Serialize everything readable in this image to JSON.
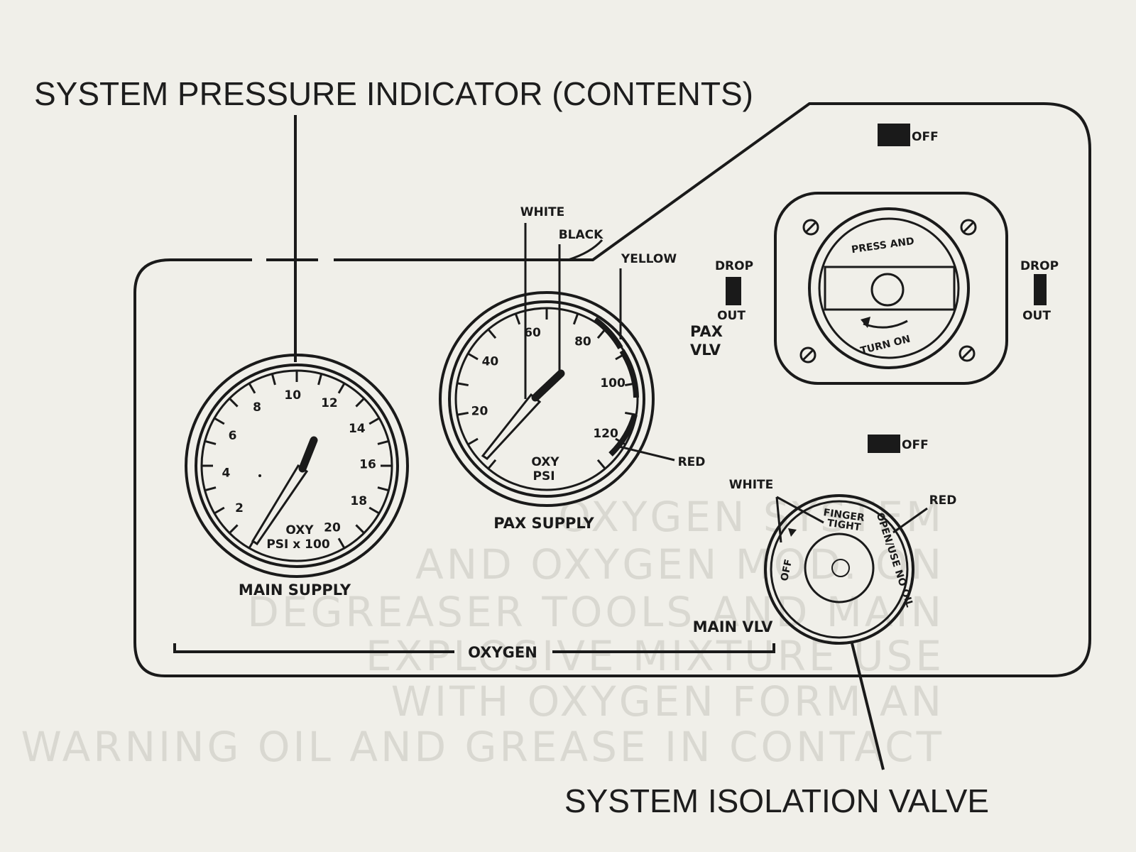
{
  "callouts": {
    "pressure_indicator": "SYSTEM PRESSURE INDICATOR (CONTENTS)",
    "isolation_valve": "SYSTEM ISOLATION VALVE"
  },
  "main_gauge": {
    "ticks": [
      "2",
      "4",
      "6",
      "8",
      "10",
      "12",
      "14",
      "16",
      "18",
      "20"
    ],
    "unit_line1": "OXY",
    "unit_line2": "PSI x 100",
    "label": "MAIN SUPPLY"
  },
  "pax_gauge": {
    "ticks": [
      "20",
      "40",
      "60",
      "80",
      "100",
      "120"
    ],
    "unit_line1": "OXY",
    "unit_line2": "PSI",
    "label": "PAX SUPPLY",
    "marker_labels": {
      "white": "WHITE",
      "black": "BLACK",
      "yellow": "YELLOW",
      "red": "RED"
    }
  },
  "pax_valve": {
    "flag_label": "OFF",
    "drop_left": "DROP",
    "out_left": "OUT",
    "drop_right": "DROP",
    "out_right": "OUT",
    "name_line1": "PAX",
    "name_line2": "VLV",
    "knob_top": "PRESS AND",
    "knob_bottom": "TURN ON"
  },
  "main_valve": {
    "flag_label": "OFF",
    "white_label": "WHITE",
    "red_label": "RED",
    "off_text": "OFF",
    "finger_line1": "FINGER",
    "finger_line2": "TIGHT",
    "arc_text": "OPEN/USE NO OIL",
    "name": "MAIN VLV"
  },
  "panel_title": "OXYGEN",
  "background_text": [
    "OXYGEN SYSTEM",
    "AND OXYGEN MOD. ON",
    "DEGREASER TOOLS AND MAIN",
    "EXPLOSIVE MIXTURE USE",
    "WITH OXYGEN FORM AN",
    "WARNING OIL AND GREASE IN CONTACT"
  ],
  "colors": {
    "paper": "#f0efe9",
    "ink": "#1a1a1a",
    "bleed": "#d9d8d1"
  }
}
